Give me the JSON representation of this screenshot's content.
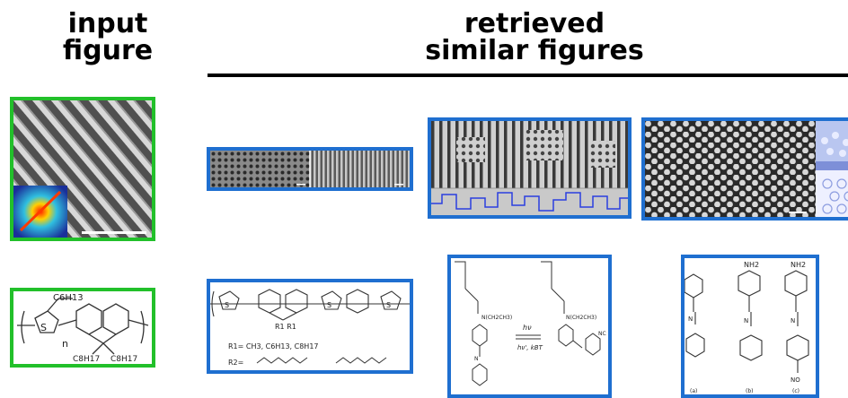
{
  "headings": {
    "input": [
      "input",
      "figure"
    ],
    "retrieved": [
      "retrieved",
      "similar figures"
    ]
  },
  "colors": {
    "input_frame": "#22c02a",
    "retrieved_frame": "#1f6fd0",
    "rule": "#000000"
  },
  "chem": {
    "input_substituent_top": "C6H13",
    "input_repeat": "n",
    "input_sub_left": "C8H17",
    "input_sub_right": "C8H17",
    "r1_line": "R1= CH3, C6H13, C8H17",
    "r2_label": "R2=",
    "r_pair": "R1 R1",
    "azo_group": "N(CH2CH3)",
    "hv": "hν",
    "hv_back": "hν', kBT",
    "nh2": "NH2",
    "panel_a": "(a)",
    "panel_b": "(b)",
    "panel_c": "(c)"
  }
}
